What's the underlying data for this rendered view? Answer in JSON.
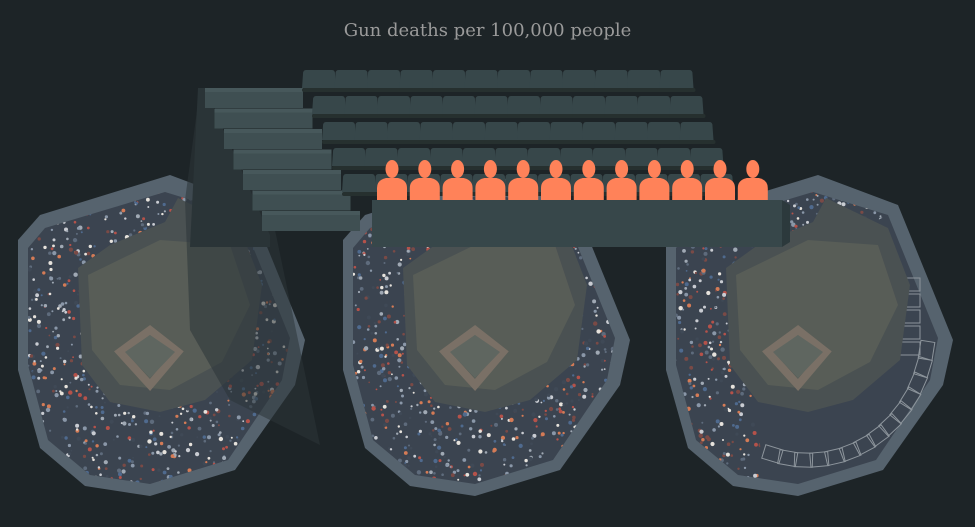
{
  "title": "Gun deaths per 100,000 people",
  "illustration": {
    "highlighted_people": 12,
    "seat_rows": 5,
    "seats_per_row": 12,
    "stadiums": 3
  },
  "colors": {
    "background": "#1d2427",
    "seat": "#37474a",
    "person": "#ff8259",
    "stadium_rim": "#56636e",
    "field": "#585d57",
    "title": "#9a9a9a"
  }
}
